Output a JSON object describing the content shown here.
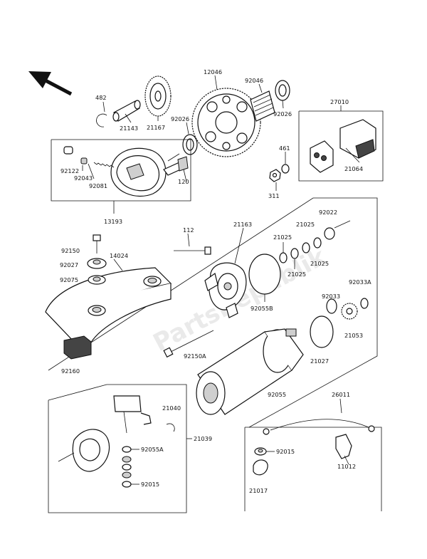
{
  "watermark": "PartsRepublik",
  "parts": {
    "p482": "482",
    "p21143": "21143",
    "p21167": "21167",
    "p12046": "12046",
    "p92046": "92046",
    "p92026a": "92026",
    "p92026b": "92026",
    "p27010": "27010",
    "p461": "461",
    "p311": "311",
    "p21064": "21064",
    "p92122": "92122",
    "p92043": "92043",
    "p92081": "92081",
    "p120": "120",
    "p13193": "13193",
    "p112": "112",
    "p21163": "21163",
    "p92022": "92022",
    "p21025a": "21025",
    "p21025b": "21025",
    "p21025c": "21025",
    "p21025d": "21025",
    "p92150": "92150",
    "p14024": "14024",
    "p92027": "92027",
    "p92075": "92075",
    "p92055B": "92055B",
    "p92033": "92033",
    "p92033A": "92033A",
    "p21053": "21053",
    "p21027": "21027",
    "p92150A": "92150A",
    "p92160": "92160",
    "p92055": "92055",
    "p21040": "21040",
    "p21039": "21039",
    "p92055A": "92055A",
    "p92015a": "92015",
    "p92015b": "92015",
    "p26011": "26011",
    "p11012": "11012",
    "p21017": "21017"
  }
}
